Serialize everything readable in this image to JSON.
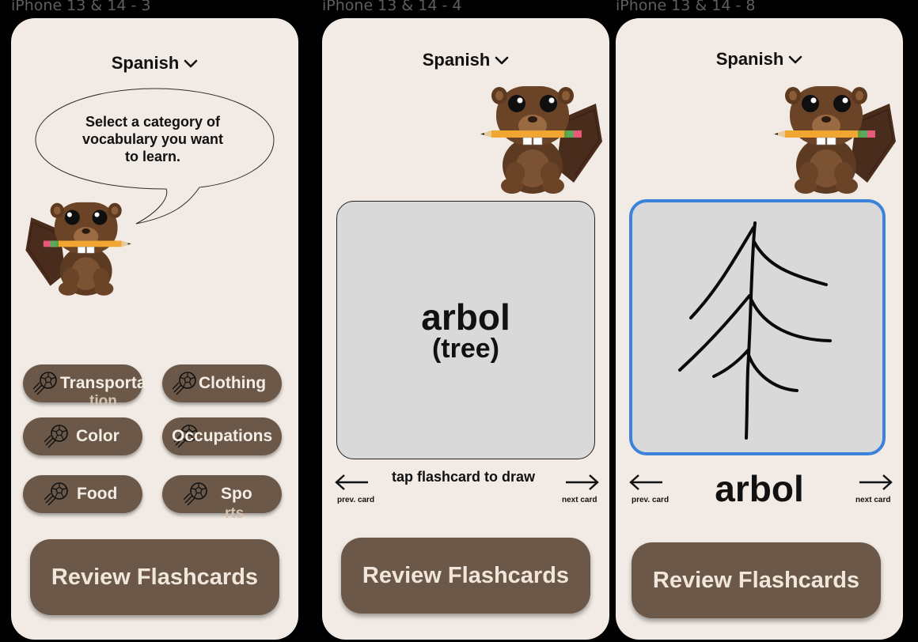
{
  "frames": [
    {
      "label": "iPhone 13 & 14 - 3",
      "language": "Spanish",
      "speech": [
        "Select a category of",
        "vocabulary you want",
        "to learn."
      ],
      "categories": {
        "transportation": {
          "line1": "Transporta",
          "line2": "tion"
        },
        "clothing": "Clothing",
        "color": "Color",
        "occupations": "Occupations",
        "food": "Food",
        "sports": {
          "line1": "Spo",
          "line2": "rts"
        }
      },
      "review": "Review Flashcards"
    },
    {
      "label": "iPhone 13 & 14 - 4",
      "language": "Spanish",
      "card_word": "arbol",
      "card_translation": "(tree)",
      "hint": "tap flashcard to draw",
      "prev": "prev. card",
      "next": "next card",
      "review": "Review Flashcards"
    },
    {
      "label": "iPhone 13 & 14 - 8",
      "language": "Spanish",
      "word": "arbol",
      "prev": "prev. card",
      "next": "next card",
      "review": "Review Flashcards"
    }
  ],
  "colors": {
    "background": "#000000",
    "phone_bg": "#f2ebe5",
    "button_brown": "#6b5848",
    "button_text": "#f1e6db",
    "card_gray": "#d9d9d9",
    "card_selected_border": "#3b82db",
    "frame_label": "#5e5e5e"
  },
  "icons": [
    "chevron-down-icon",
    "soccer-ball-icon",
    "arrow-left-icon",
    "arrow-right-icon",
    "beaver-mascot"
  ]
}
